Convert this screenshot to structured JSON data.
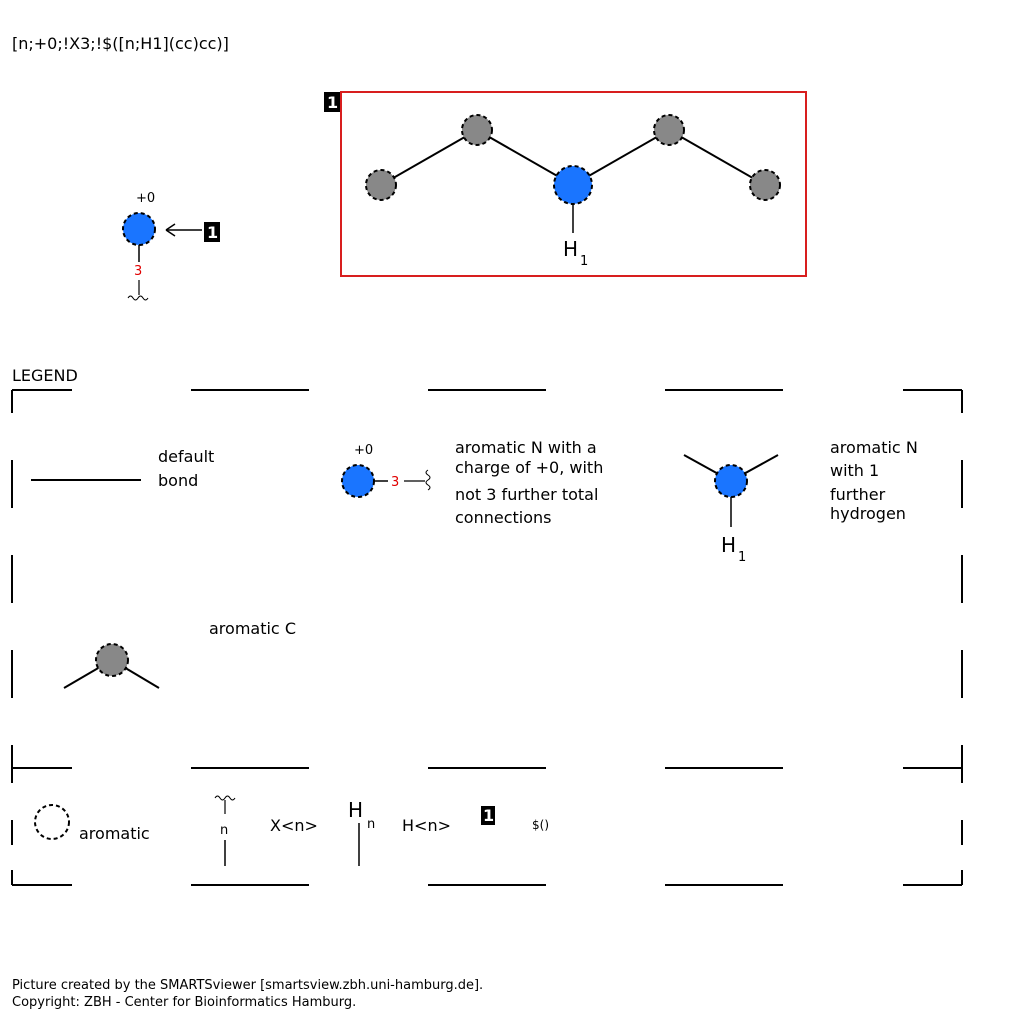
{
  "smarts": "[n;+0;!X3;!$([n;H1](cc)cc)]",
  "main": {
    "charge": "+0",
    "connection_count": "3",
    "recursive_ref": "1",
    "hydrogen_symbol": "H",
    "hydrogen_count": "1"
  },
  "legend": {
    "title": "LEGEND",
    "default_bond": [
      "default",
      "bond"
    ],
    "aromatic_n_charge": {
      "charge": "+0",
      "count": "3",
      "lines": [
        "aromatic N with a",
        "charge of +0, with",
        "not 3 further total",
        "connections"
      ]
    },
    "aromatic_n_h": {
      "h_symbol": "H",
      "h_count": "1",
      "lines": [
        "aromatic N",
        "with 1",
        "further",
        "hydrogen"
      ]
    },
    "aromatic_c": "aromatic C",
    "symbols": {
      "aromatic": "aromatic",
      "n_marker": "n",
      "x_n": "X<n>",
      "h_letter": "H",
      "h_sub": "n",
      "h_n": "H<n>",
      "ref_box": "1",
      "recursive": "$()"
    }
  },
  "footer": {
    "line1": "Picture created by the SMARTSviewer [smartsview.zbh.uni-hamburg.de].",
    "line2": "Copyright: ZBH - Center for Bioinformatics Hamburg."
  },
  "colors": {
    "nitrogen": "#1a75ff",
    "carbon": "#888888",
    "highlight_box": "#d81e1e",
    "count_text": "#e00000"
  }
}
